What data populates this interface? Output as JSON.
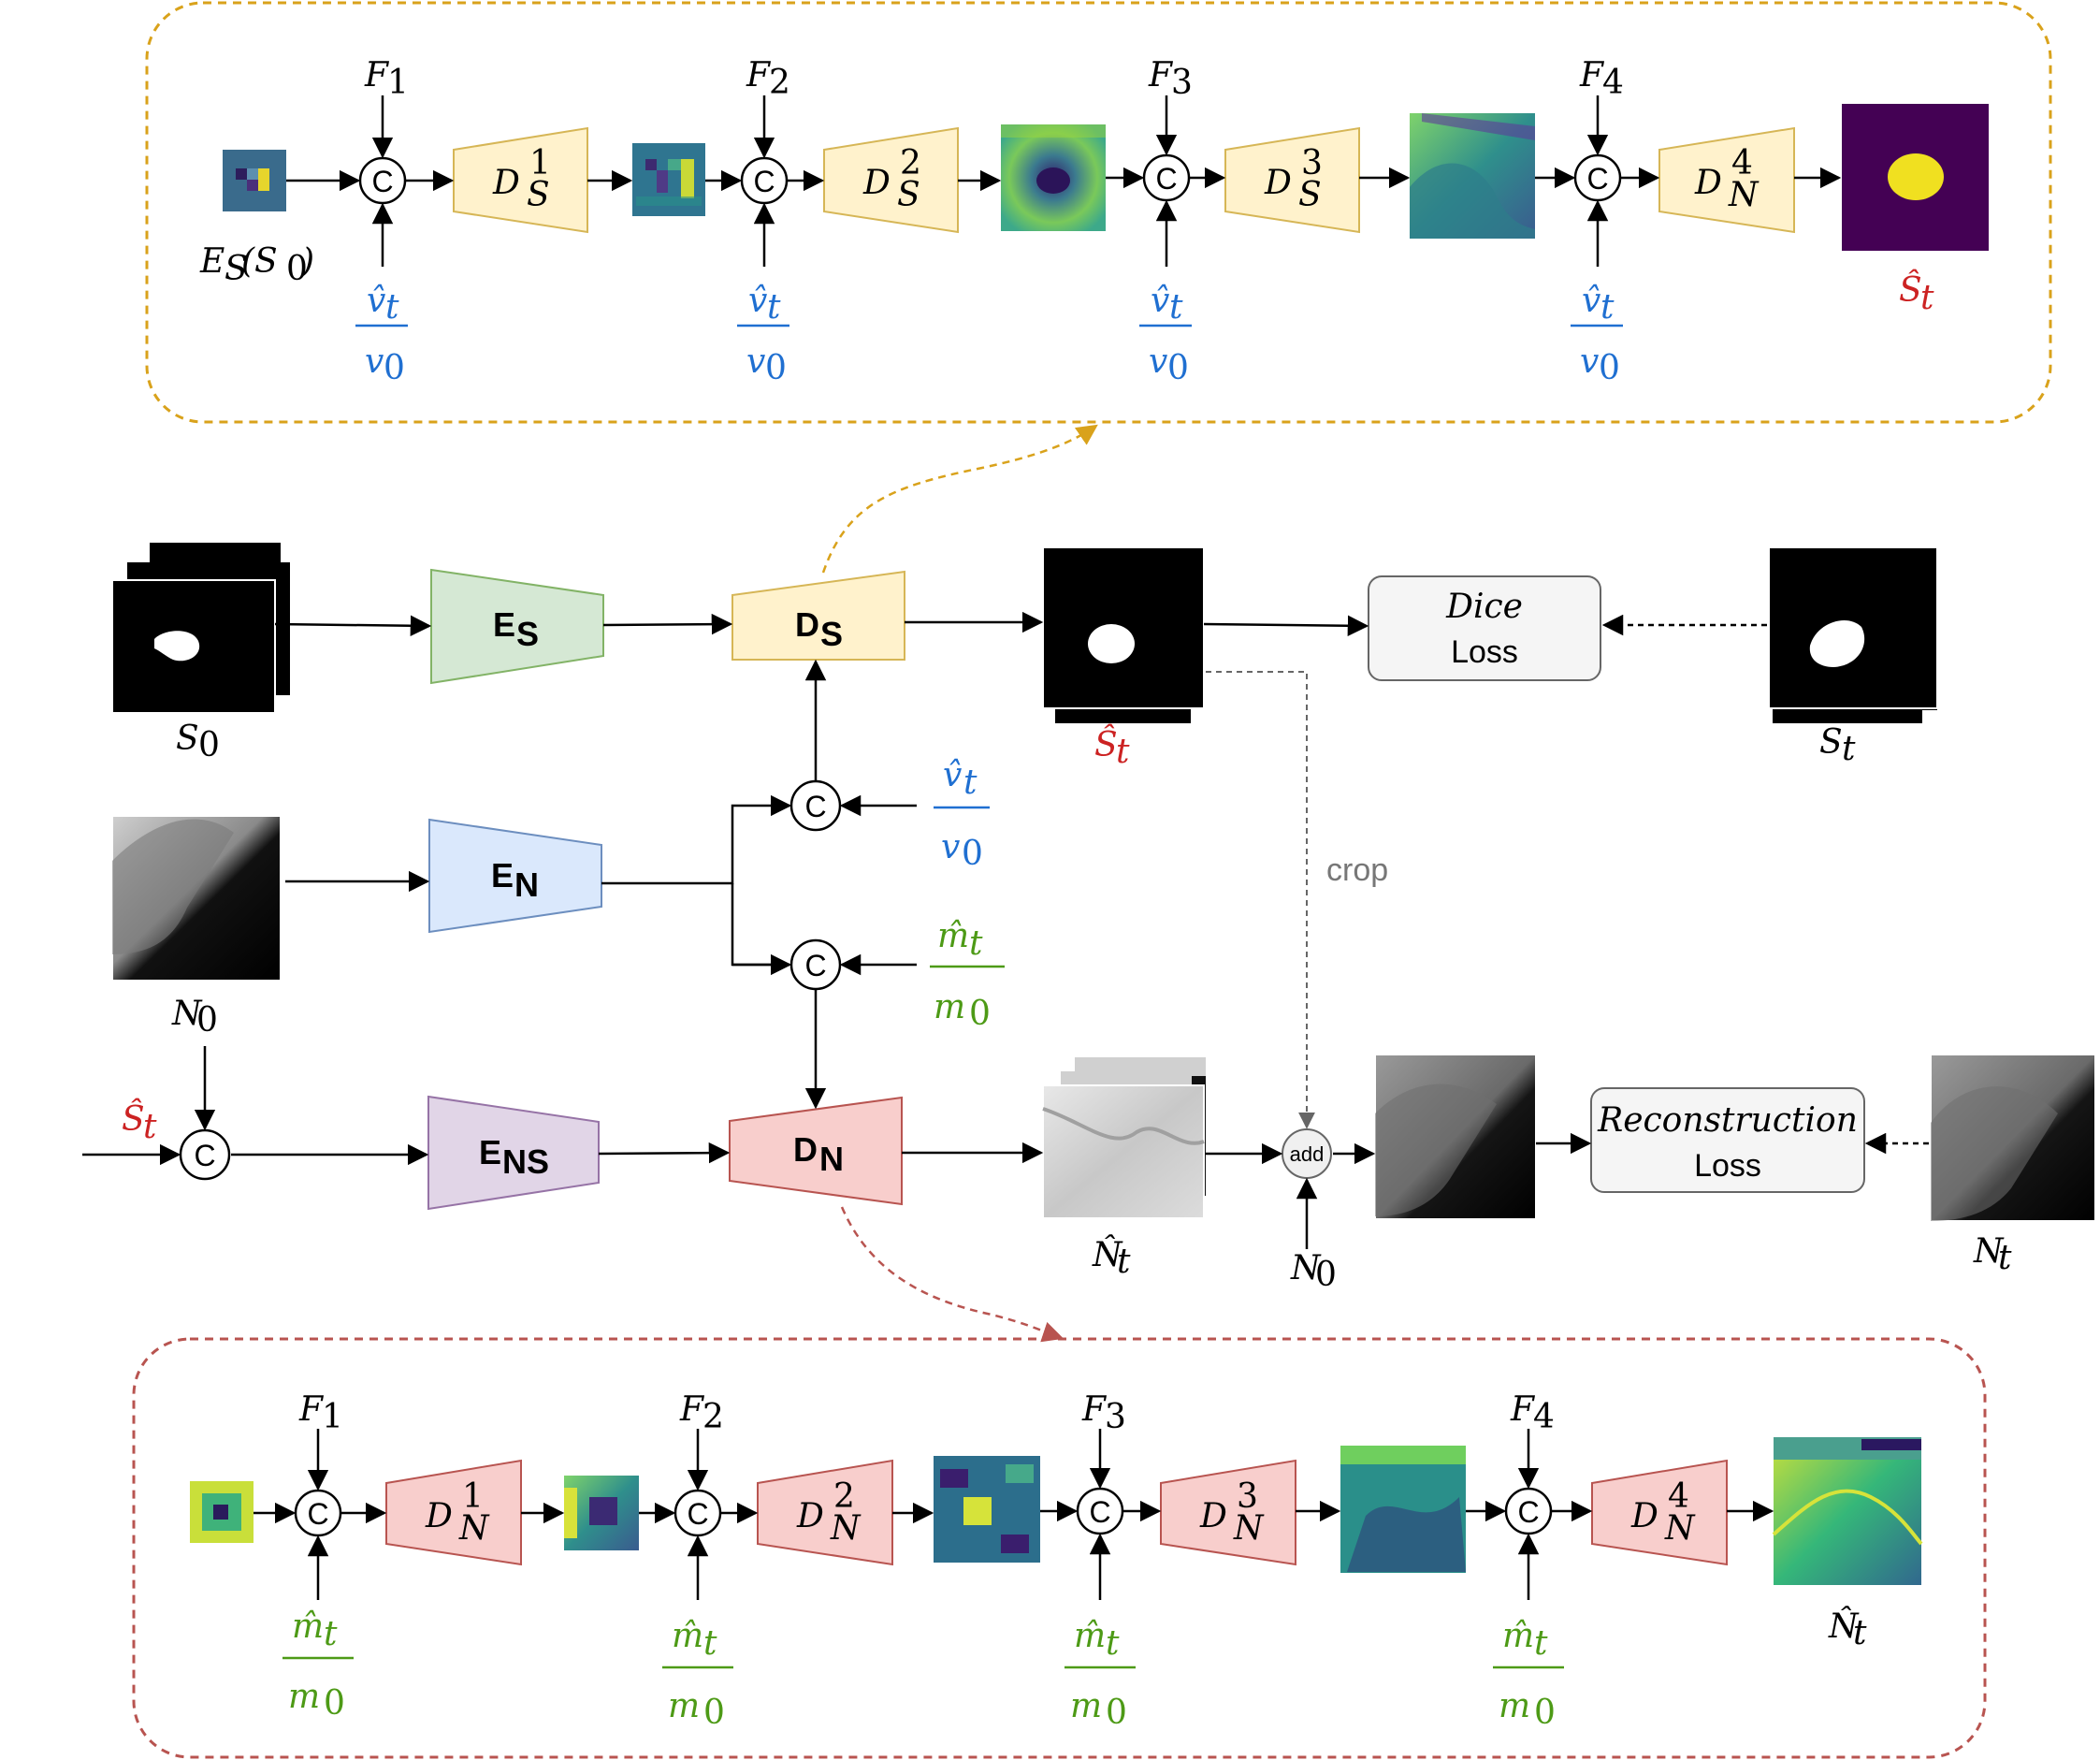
{
  "colors": {
    "orange_dash": "#d9a21b",
    "red_dash": "#b85450",
    "yellow_fill": "#fff2cc",
    "yellow_stroke": "#d6b656",
    "green_fill": "#d5e8d4",
    "green_stroke": "#82b366",
    "blue_fill": "#dae8fc",
    "blue_stroke": "#6c8ebf",
    "purple_fill": "#e1d5e7",
    "purple_stroke": "#9673a6",
    "red_fill": "#f8cecc",
    "red_stroke": "#b85450",
    "blue_text": "#1f6fd1",
    "green_text": "#4d9a16",
    "red_text": "#cc2222",
    "gray_text": "#777777"
  },
  "top_panel": {
    "input_label": "E",
    "input_sub": "S",
    "input_arg": "(S",
    "input_arg_sub": "0",
    "input_close": ")",
    "f_labels": [
      "F",
      "F",
      "F",
      "F"
    ],
    "f_subs": [
      "1",
      "2",
      "3",
      "4"
    ],
    "ratio_num": "v̂",
    "ratio_num_sub": "t",
    "ratio_den": "v",
    "ratio_den_sub": "0",
    "concat": "C",
    "decoders": [
      {
        "base": "D",
        "sup": "1",
        "sub": "S"
      },
      {
        "base": "D",
        "sup": "2",
        "sub": "S"
      },
      {
        "base": "D",
        "sup": "3",
        "sub": "S"
      },
      {
        "base": "D",
        "sup": "4",
        "sub": "N"
      }
    ],
    "output_label": "Ŝ",
    "output_sub": "t"
  },
  "main": {
    "s0_label": "S",
    "s0_sub": "0",
    "n0_label": "N",
    "n0_sub": "0",
    "es_label": "E",
    "es_sub": "S",
    "en_label": "E",
    "en_sub": "N",
    "ens_label": "E",
    "ens_sub": "NS",
    "ds_label": "D",
    "ds_sub": "S",
    "dn_label": "D",
    "dn_sub": "N",
    "st_hat_label": "Ŝ",
    "st_hat_sub": "t",
    "st_label": "S",
    "st_sub": "t",
    "nt_hat_label": "N̂",
    "nt_hat_sub": "t",
    "nt_label": "N",
    "nt_sub": "t",
    "n0_bottom_label": "N",
    "n0_bottom_sub": "0",
    "shat_input_label": "Ŝ",
    "shat_input_sub": "t",
    "v_num": "v̂",
    "v_num_sub": "t",
    "v_den": "v",
    "v_den_sub": "0",
    "m_num": "m̂",
    "m_num_sub": "t",
    "m_den": "m",
    "m_den_sub": "0",
    "concat": "C",
    "add_label": "add",
    "crop_label": "crop",
    "dice_title": "Dice",
    "dice_loss": "Loss",
    "recon_title": "Reconstruction",
    "recon_loss": "Loss"
  },
  "bottom_panel": {
    "f_labels": [
      "F",
      "F",
      "F",
      "F"
    ],
    "f_subs": [
      "1",
      "2",
      "3",
      "4"
    ],
    "ratio_num": "m̂",
    "ratio_num_sub": "t",
    "ratio_den": "m",
    "ratio_den_sub": "0",
    "concat": "C",
    "decoders": [
      {
        "base": "D",
        "sup": "1",
        "sub": "N"
      },
      {
        "base": "D",
        "sup": "2",
        "sub": "N"
      },
      {
        "base": "D",
        "sup": "3",
        "sub": "N"
      },
      {
        "base": "D",
        "sup": "4",
        "sub": "N"
      }
    ],
    "output_label": "N̂",
    "output_sub": "t"
  }
}
